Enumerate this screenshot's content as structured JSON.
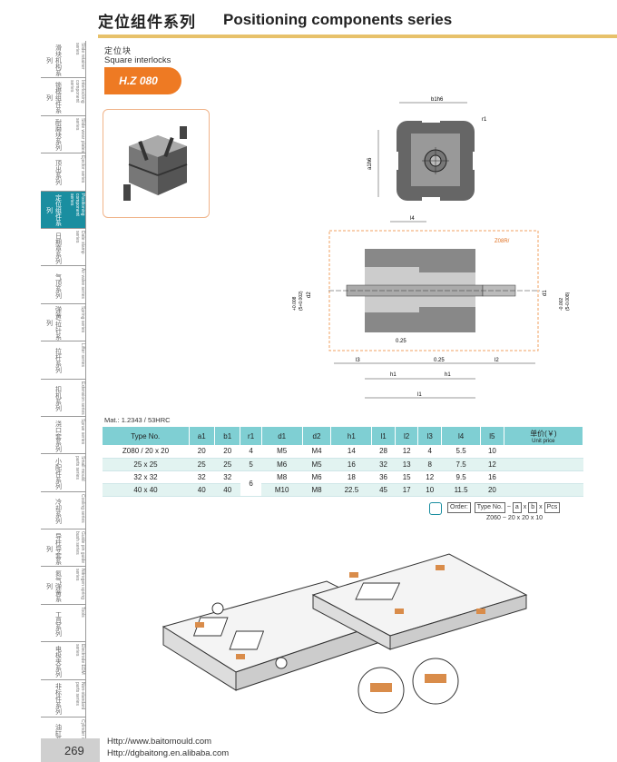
{
  "header": {
    "title_zh": "定位组件系列",
    "title_en": "Positioning components series"
  },
  "sidebar": {
    "items": [
      {
        "cn": "滑块机构系列",
        "en": "Slide retainer series"
      },
      {
        "cn": "锁模组件系列",
        "en": "Interlocking component series"
      },
      {
        "cn": "耐磨块系列",
        "en": "Slide wear plates series"
      },
      {
        "cn": "顶出系列",
        "en": "Ejector series"
      },
      {
        "cn": "定位组件系列",
        "en": "Positioning component series"
      },
      {
        "cn": "日期章系列",
        "en": "Date stamp series"
      },
      {
        "cn": "气顶系列",
        "en": "Air valve series"
      },
      {
        "cn": "弹簧/拉针系列",
        "en": "Spring series"
      },
      {
        "cn": "拉杆系列",
        "en": "Lifter series"
      },
      {
        "cn": "扣机系列",
        "en": "Extension series"
      },
      {
        "cn": "浇口套系列",
        "en": "Sprue series"
      },
      {
        "cn": "小配件系列",
        "en": "Small mould parts series"
      },
      {
        "cn": "冷却系列",
        "en": "Cooling series"
      },
      {
        "cn": "导柱导套系列",
        "en": "Guide pin guide bush series"
      },
      {
        "cn": "氮气弹簧系列",
        "en": "Nitrogen spring series"
      },
      {
        "cn": "工具系列",
        "en": "Tools"
      },
      {
        "cn": "电极夹系列",
        "en": "Electrode EDM series"
      },
      {
        "cn": "非标件系列",
        "en": "Non-standard parts series"
      },
      {
        "cn": "油缸系列",
        "en": "Cylinder series"
      }
    ],
    "active_index": 4
  },
  "product": {
    "name_zh": "定位块",
    "name_en": "Square interlocks",
    "code": "H.Z 080"
  },
  "drawing_labels": {
    "b1": "b1h6",
    "a1": "a1h6",
    "r1": "r1",
    "l4": "l4",
    "z08": "Z08R/",
    "d2": "d2",
    "d1": "d1",
    "tol_left_a": "+0.008",
    "tol_left_b": "(5+0.002)",
    "tol_right_a": "-0.002",
    "tol_right_b": "(5-0.008)",
    "v025a": "0.25",
    "v025b": "0.25",
    "l3": "l3",
    "h1a": "h1",
    "h1b": "h1",
    "l2": "l2",
    "l1": "l1"
  },
  "material": "Mat.: 1.2343 / 53HRC",
  "table": {
    "headers": [
      "Type No.",
      "a1",
      "b1",
      "r1",
      "d1",
      "d2",
      "h1",
      "l1",
      "l2",
      "l3",
      "l4",
      "l5"
    ],
    "price_header": "单价(￥)",
    "price_sub": "Unit price",
    "rows": [
      [
        "Z080 / 20 x 20",
        "20",
        "20",
        "4",
        "M5",
        "M4",
        "14",
        "28",
        "12",
        "4",
        "5.5",
        "10",
        ""
      ],
      [
        "25 x 25",
        "25",
        "25",
        "5",
        "M6",
        "M5",
        "16",
        "32",
        "13",
        "8",
        "7.5",
        "12",
        ""
      ],
      [
        "32 x 32",
        "32",
        "32",
        "6",
        "M8",
        "M6",
        "18",
        "36",
        "15",
        "12",
        "9.5",
        "16",
        ""
      ],
      [
        "40 x 40",
        "40",
        "40",
        "",
        "M10",
        "M8",
        "22.5",
        "45",
        "17",
        "10",
        "11.5",
        "20",
        ""
      ]
    ]
  },
  "order": {
    "label": "Order:",
    "type_no": "Type No.",
    "a": "a",
    "b": "b",
    "pcs": "Pcs",
    "example": "Z060   ~  20  x  20  x    10"
  },
  "footer": {
    "page": "269",
    "url1": "Http://www.baitomould.com",
    "url2": "Http://dgbaitong.en.alibaba.com"
  },
  "colors": {
    "accent_orange": "#ee7a23",
    "teal": "#1a8ea0",
    "table_header": "#7fcfd3",
    "gold_rule": "#e7c16a",
    "insert_copper": "#d98c4a"
  }
}
